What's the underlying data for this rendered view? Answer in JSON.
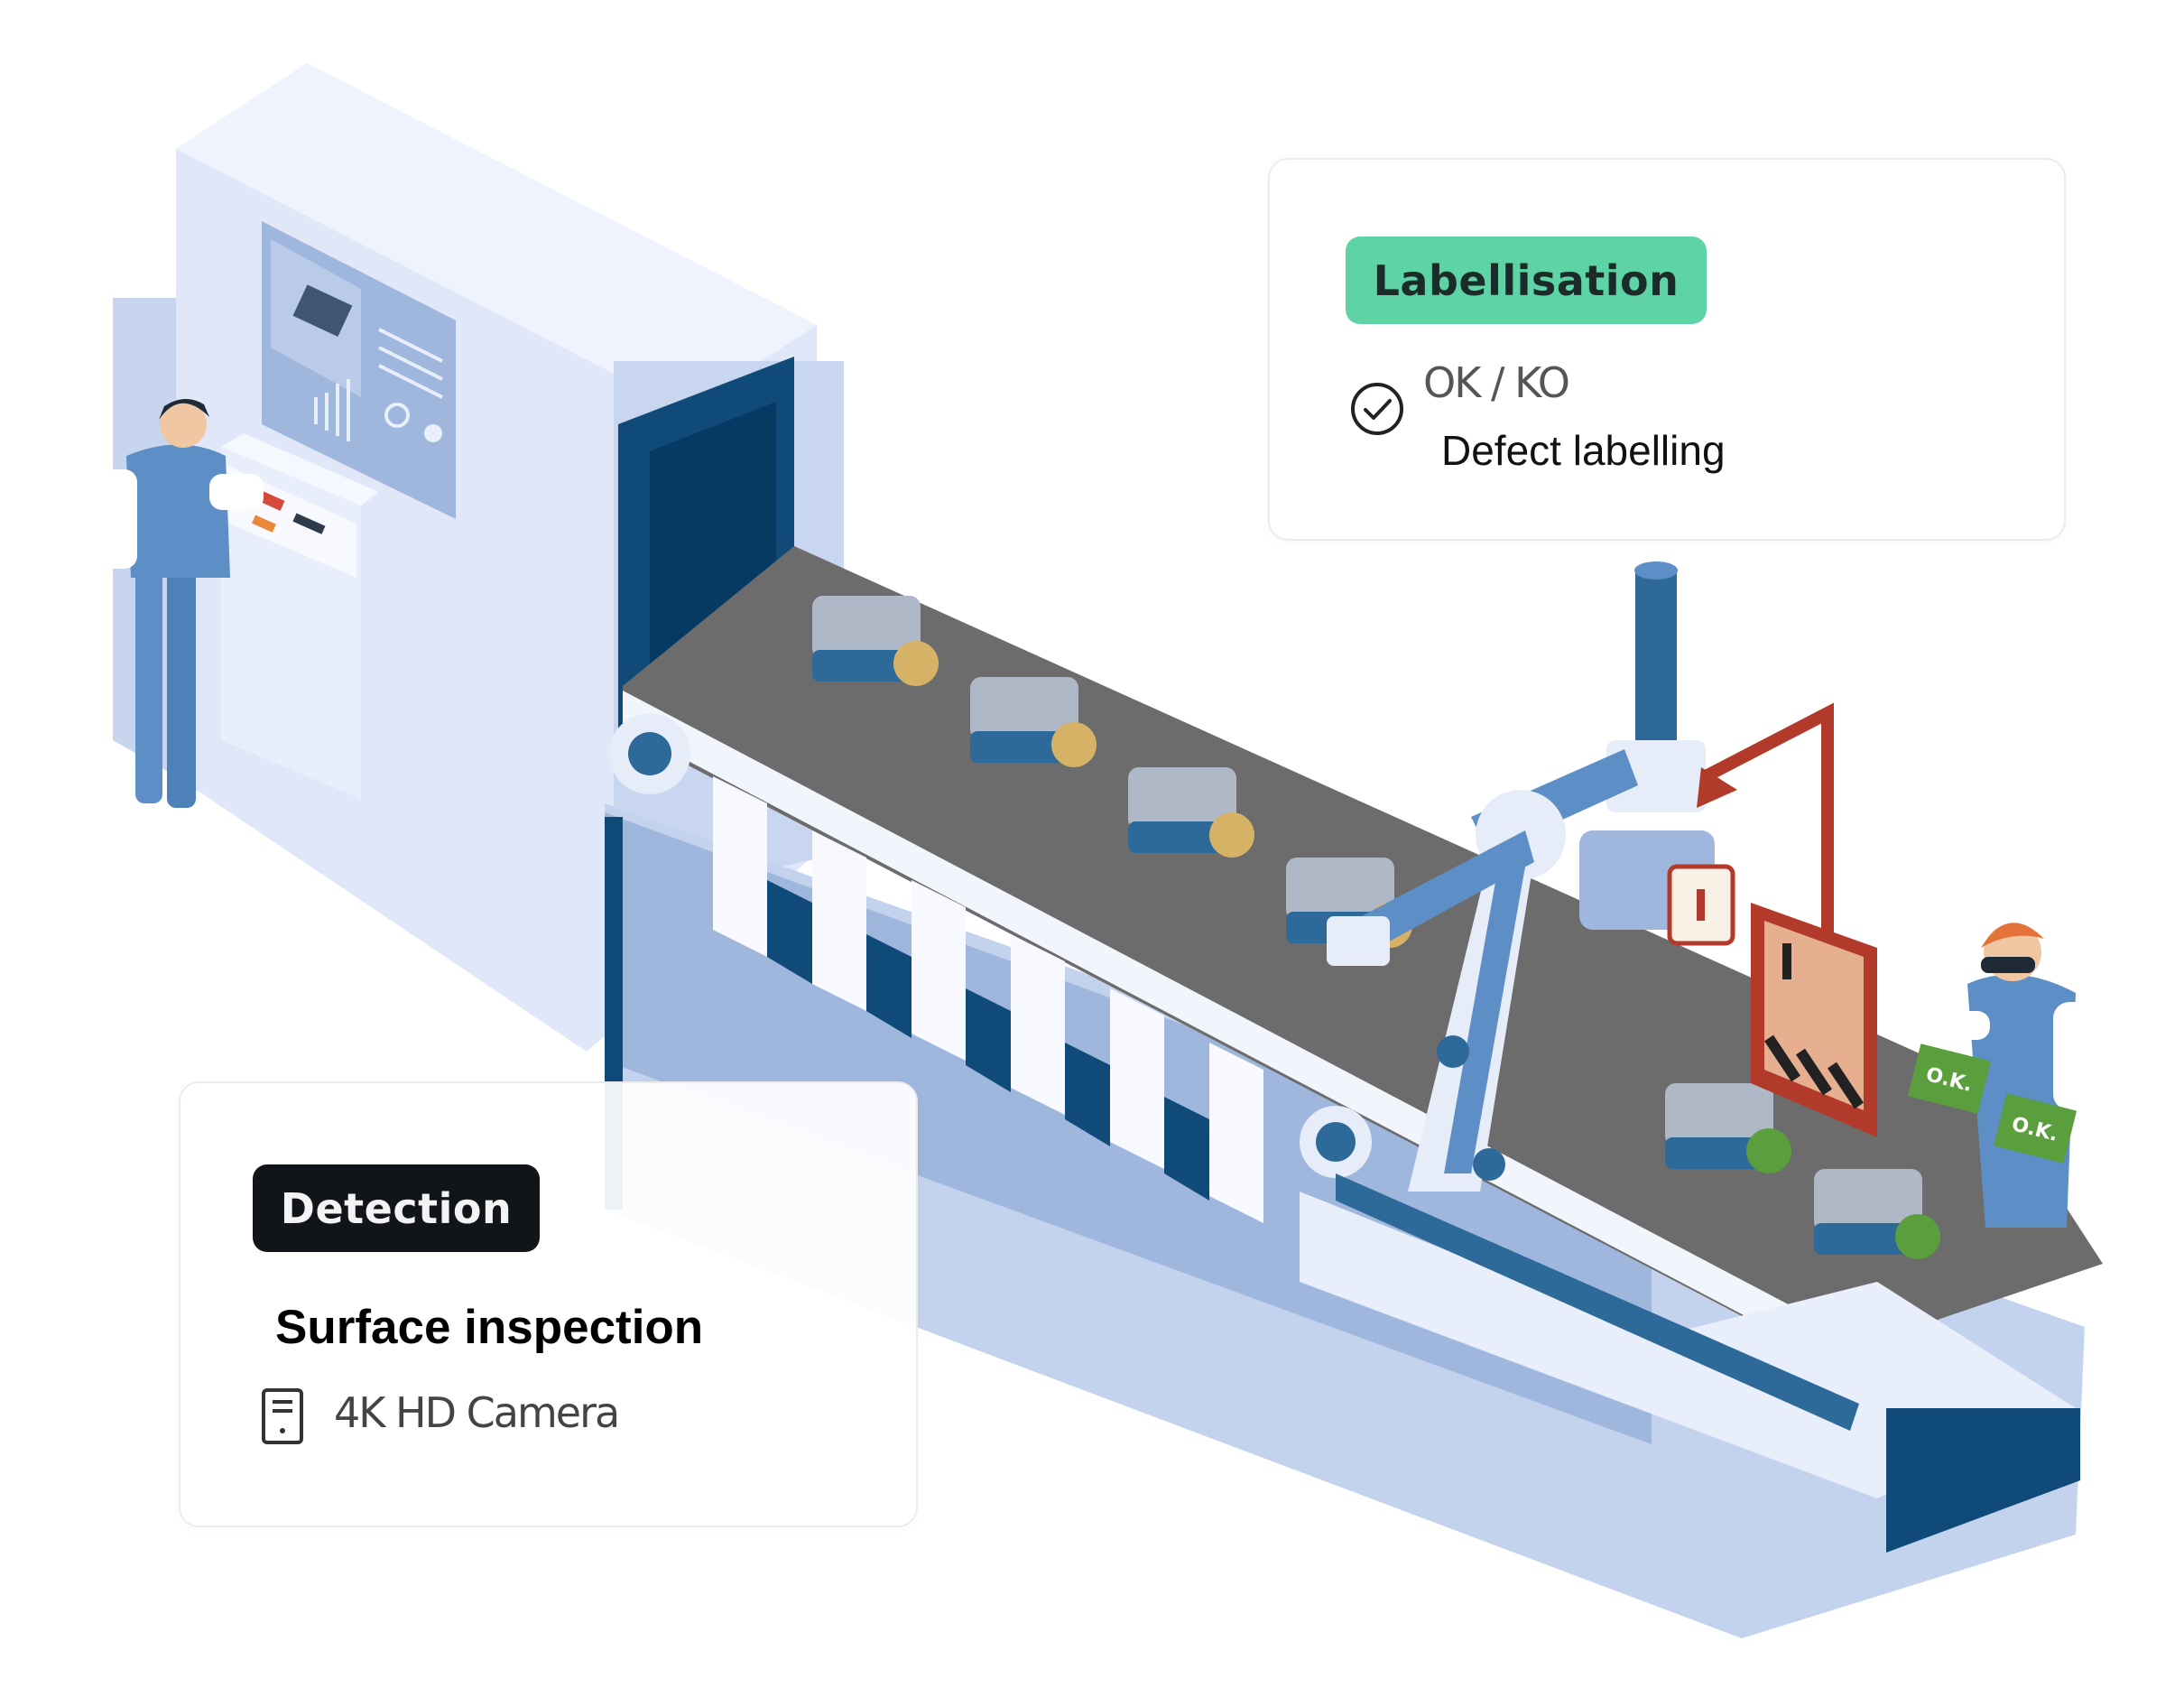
{
  "labellisation_card": {
    "badge": "Labellisation",
    "item_status": "OK / KO",
    "item_text": "Defect labelling",
    "icon": "check-circle-icon",
    "badge_color": "#5ed4a6"
  },
  "detection_card": {
    "badge": "Detection",
    "title": "Surface inspection",
    "item_text": "4K HD Camera",
    "icon": "device-icon",
    "badge_color": "#111418"
  },
  "illustration": {
    "sign_left": "O.K.",
    "sign_right": "O.K.",
    "colors": {
      "machine": "#c9d7f1",
      "machine_light": "#e3ebfb",
      "belt": "#6f6f6f",
      "steel_blue": "#2d6a9a",
      "navy": "#0f4a78",
      "warning_red": "#b23a2a",
      "ok_green": "#5a9e3e",
      "hardhat": "#e4733a"
    }
  }
}
